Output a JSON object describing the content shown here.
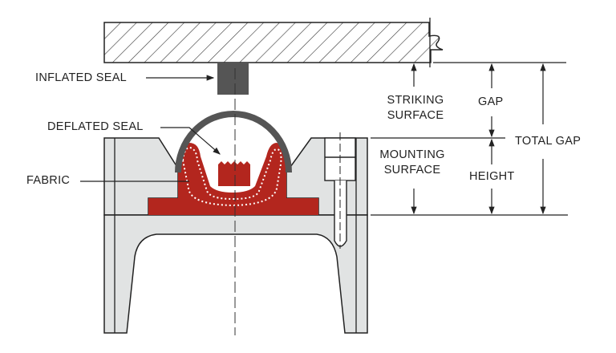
{
  "labels": {
    "inflated_seal": "INFLATED SEAL",
    "deflated_seal": "DEFLATED SEAL",
    "fabric": "FABRIC",
    "striking_surface_1": "STRIKING",
    "striking_surface_2": "SURFACE",
    "gap": "GAP",
    "total_gap": "TOTAL GAP",
    "mounting_surface_1": "MOUNTING",
    "mounting_surface_2": "SURFACE",
    "height": "HEIGHT"
  },
  "colors": {
    "seal_red": "#b3261e",
    "inflated_seal": "#555555",
    "body_gray": "#e1e3e3",
    "line": "#222222"
  }
}
